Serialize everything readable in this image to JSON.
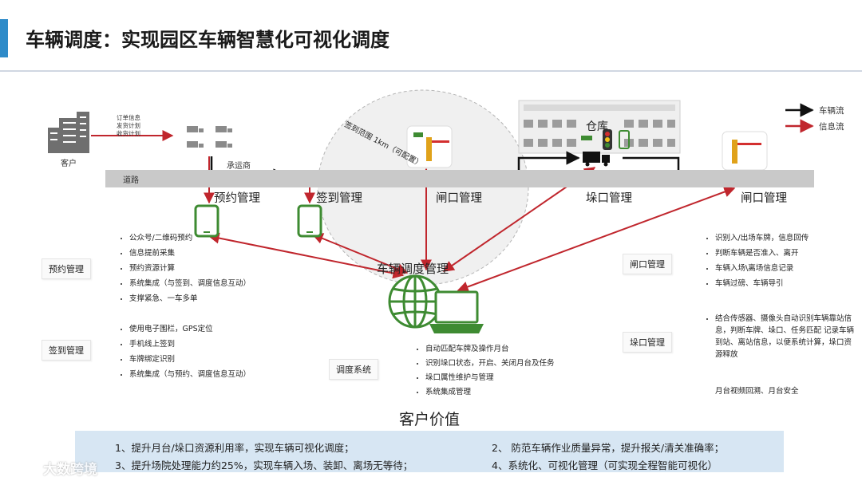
{
  "title": "车辆调度：实现园区车辆智慧化可视化调度",
  "legend": {
    "vehicle_flow": "车辆流",
    "info_flow": "信息流"
  },
  "customer": {
    "label": "客户",
    "notes": [
      "订单信息",
      "发货计划",
      "收货计划"
    ]
  },
  "carrier_label": "承运商",
  "road_label": "道路",
  "geofence_label": "签到范围 1km（可配置）",
  "warehouse_label": "仓库",
  "nodes": {
    "booking": "预约管理",
    "checkin": "签到管理",
    "gate1": "闸口管理",
    "dock": "垛口管理",
    "gate2": "闸口管理"
  },
  "dispatch_title": "车辆调度管理",
  "left_panel": [
    {
      "heading": "预约管理",
      "items": [
        "公众号/二维码预约",
        "信息提前采集",
        "预约资源计算",
        "系统集成（与签到、调度信息互动）",
        "支撑紧急、一车多单"
      ]
    },
    {
      "heading": "签到管理",
      "items": [
        "使用电子围栏，GPS定位",
        "手机线上签到",
        "车牌绑定识别",
        "系统集成（与预约、调度信息互动）"
      ]
    }
  ],
  "dispatch_system": {
    "heading": "调度系统",
    "items": [
      "自动匹配车牌及操作月台",
      "识别垛口状态，开启、关闭月台及任务",
      "垛口属性维护与管理",
      "系统集成管理"
    ]
  },
  "right_panel": [
    {
      "heading": "闸口管理",
      "items": [
        "识别入/出场车牌，信息回传",
        "判断车辆是否准入、离开",
        "车辆入场\\离场信息记录",
        "车辆过磅、车辆导引"
      ]
    },
    {
      "heading": "垛口管理",
      "items": [
        "结合传感器、摄像头自动识别车辆靠站信息，判断车牌、垛口、任务匹配 记录车辆到站、离站信息，以便系统计算，垛口资源释放"
      ],
      "extra": "月台视频回溯、月台安全"
    }
  ],
  "customer_value": {
    "title": "客户价值",
    "items": [
      "1、提升月台/垛口资源利用率，实现车辆可视化调度；",
      "2、 防范车辆作业质量异常，提升报关/清关准确率；",
      "3、提升场院处理能力约25%，实现车辆入场、装卸、离场无等待；",
      "4、系统化、可视化管理（可实现全程智能可视化）"
    ]
  },
  "watermark": "大数跨境",
  "colors": {
    "accent": "#2e8bc9",
    "info_flow": "#c0262d",
    "vehicle_flow": "#111111",
    "device_green": "#3e8b32",
    "value_panel": "#d7e6f3",
    "road": "#c9c9c9"
  }
}
